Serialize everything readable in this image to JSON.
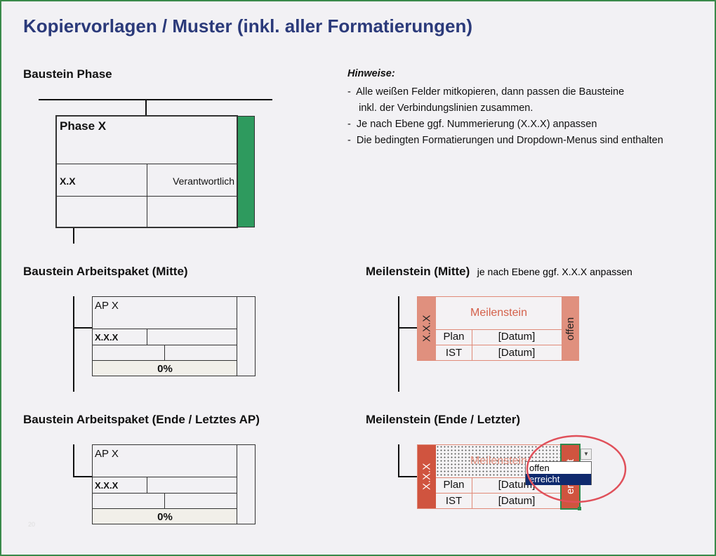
{
  "title": "Kopiervorlagen / Muster (inkl. aller Formatierungen)",
  "phase": {
    "heading": "Baustein Phase",
    "name": "Phase X",
    "number": "X.X",
    "responsible": "Verantwortlich",
    "color": "#2e9a5e"
  },
  "hints": {
    "heading": "Hinweise:",
    "lines": [
      "-  Alle weißen Felder mitkopieren, dann passen die Bausteine",
      "    inkl. der Verbindungslinien zusammen.",
      "-  Je nach Ebene ggf. Nummerierung (X.X.X) anpassen",
      "-  Die bedingten Formatierungen und Dropdown-Menus sind enthalten"
    ]
  },
  "ap_mid": {
    "heading": "Baustein Arbeitspaket (Mitte)",
    "name": "AP X",
    "number": "X.X.X",
    "progress": "0%"
  },
  "ap_end": {
    "heading": "Baustein Arbeitspaket (Ende / Letztes AP)",
    "name": "AP X",
    "number": "X.X.X",
    "progress": "0%"
  },
  "ms_mid": {
    "heading": "Meilenstein  (Mitte)",
    "note": "je nach Ebene ggf. X.X.X anpassen",
    "number": "X.X.X",
    "title": "Meilenstein",
    "plan_label": "Plan",
    "plan_value": "[Datum]",
    "ist_label": "IST",
    "ist_value": "[Datum]",
    "status": "offen"
  },
  "ms_end": {
    "heading": "Meilenstein (Ende / Letzter)",
    "number": "X.X.X",
    "title": "Meilenstein",
    "plan_label": "Plan",
    "plan_value": "[Datum]",
    "ist_label": "IST",
    "ist_value": "[Datum]",
    "status": "erreicht",
    "dropdown_options": [
      "offen",
      "erreicht"
    ],
    "selected": "erreicht"
  },
  "page_number": "20"
}
